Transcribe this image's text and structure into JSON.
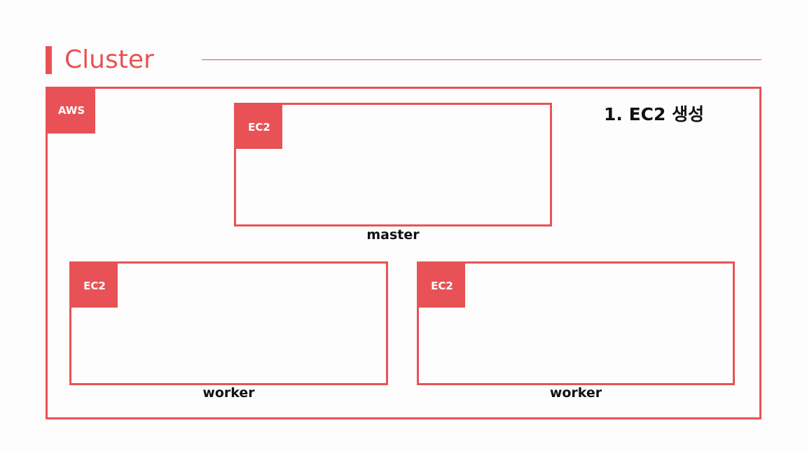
{
  "header": {
    "title": "Cluster"
  },
  "diagram": {
    "cloud_label": "AWS",
    "step_label": "1. EC2 생성",
    "nodes": [
      {
        "tag": "EC2",
        "role": "master"
      },
      {
        "tag": "EC2",
        "role": "worker"
      },
      {
        "tag": "EC2",
        "role": "worker"
      }
    ]
  },
  "colors": {
    "accent": "#e85256",
    "text": "#111111",
    "background": "#fdfdfd"
  }
}
